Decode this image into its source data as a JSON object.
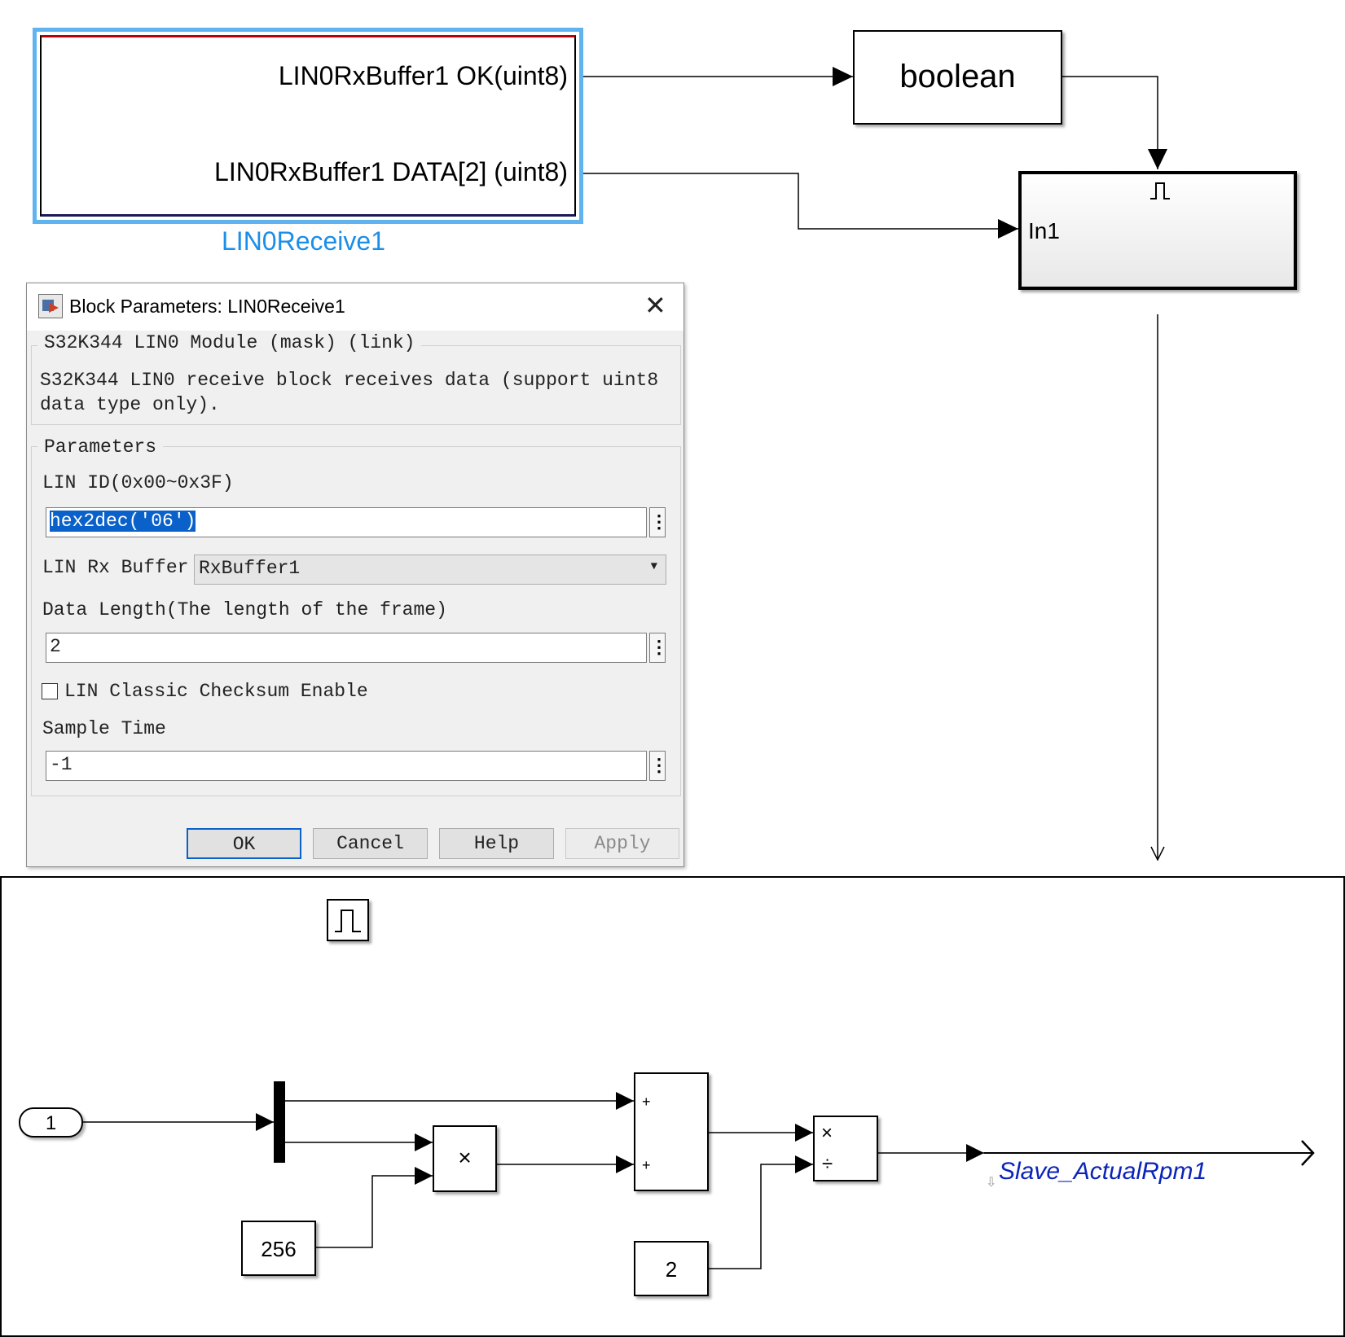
{
  "model": {
    "lin_block": {
      "name": "LIN0Receive1",
      "port1_label": "LIN0RxBuffer1 OK(uint8)",
      "port2_label": "LIN0RxBuffer1 DATA[2] (uint8)"
    },
    "convert_block": {
      "label": "boolean"
    },
    "subsystem_block": {
      "inport_label": "In1",
      "trigger_icon": "pulse-trigger-icon"
    },
    "inner": {
      "inport_number": "1",
      "constant_a": "256",
      "constant_b": "2",
      "product_symbol": "×",
      "sum_signs": [
        "+",
        "+"
      ],
      "divide_symbols": [
        "×",
        "÷"
      ],
      "output_signal": "Slave_ActualRpm1"
    }
  },
  "dialog": {
    "title": "Block Parameters: LIN0Receive1",
    "mask_group_label": "S32K344 LIN0 Module (mask) (link)",
    "description": "S32K344 LIN0 receive block receives data (support uint8 data type only).",
    "params_group_label": "Parameters",
    "lin_id_label": "LIN ID(0x00~0x3F)",
    "lin_id_value": "hex2dec('06')",
    "rx_buffer_label": "LIN Rx Buffer",
    "rx_buffer_value": "RxBuffer1",
    "data_length_label": "Data Length(The length of the frame)",
    "data_length_value": "2",
    "checksum_label": "LIN Classic Checksum Enable",
    "checksum_checked": false,
    "sample_time_label": "Sample Time",
    "sample_time_value": "-1",
    "buttons": {
      "ok": "OK",
      "cancel": "Cancel",
      "help": "Help",
      "apply": "Apply"
    }
  },
  "colors": {
    "selection_blue": "#5fb4f0",
    "signal_label": "#0b24b8",
    "block_name": "#1a8ee8"
  }
}
